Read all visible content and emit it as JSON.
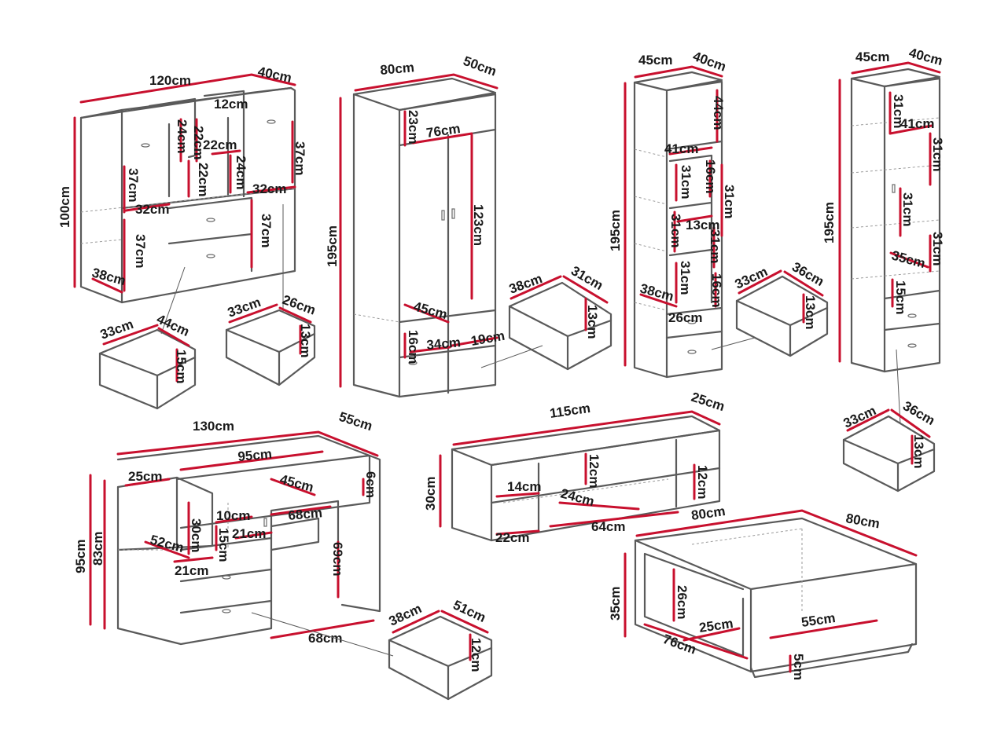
{
  "colors": {
    "outline": "#5a5a5a",
    "dimension": "#c8102e",
    "text": "#1a1a1a",
    "background": "#ffffff"
  },
  "labels": {
    "sideboard_width": "120cm",
    "sideboard_depth": "40cm",
    "sideboard_height": "100cm",
    "sideboard_12": "12cm",
    "sideboard_24a": "24cm",
    "sideboard_22a": "22cm",
    "sideboard_22b": "22cm",
    "sideboard_37a": "37cm",
    "sideboard_24b": "24cm",
    "sideboard_37b": "37cm",
    "sideboard_22c": "22cm",
    "sideboard_32a": "32cm",
    "sideboard_32b": "32cm",
    "sideboard_37c": "37cm",
    "sideboard_37d": "37cm",
    "sideboard_38": "38cm",
    "drawer1_33": "33cm",
    "drawer1_44": "44cm",
    "drawer1_15": "15cm",
    "drawer2_33": "33cm",
    "drawer2_26": "26cm",
    "drawer2_13": "13cm",
    "wardrobe_width": "80cm",
    "wardrobe_depth": "50cm",
    "wardrobe_height": "195cm",
    "wardrobe_23": "23cm",
    "wardrobe_76": "76cm",
    "wardrobe_123": "123cm",
    "wardrobe_45": "45cm",
    "wardrobe_16": "16cm",
    "wardrobe_34": "34cm",
    "wardrobe_19": "19cm",
    "drawer3_38": "38cm",
    "drawer3_31": "31cm",
    "drawer3_13": "13cm",
    "shelf1_width": "45cm",
    "shelf1_depth": "40cm",
    "shelf1_height": "195cm",
    "shelf1_44": "44cm",
    "shelf1_41": "41cm",
    "shelf1_31a": "31cm",
    "shelf1_16a": "16cm",
    "shelf1_31b": "31cm",
    "shelf1_31c": "31cm",
    "shelf1_13": "13cm",
    "shelf1_31d": "31cm",
    "shelf1_31e": "31cm",
    "shelf1_16b": "16cm",
    "shelf1_38": "38cm",
    "shelf1_26": "26cm",
    "drawer4_33": "33cm",
    "drawer4_36": "36cm",
    "drawer4_13": "13cm",
    "shelf2_width": "45cm",
    "shelf2_depth": "40cm",
    "shelf2_height": "195cm",
    "shelf2_31a": "31cm",
    "shelf2_41": "41cm",
    "shelf2_31b": "31cm",
    "shelf2_31c": "31cm",
    "shelf2_31d": "31cm",
    "shelf2_35": "35cm",
    "shelf2_15": "15cm",
    "drawer5_33": "33cm",
    "drawer5_36": "36cm",
    "drawer5_13": "13cm",
    "desk_width": "130cm",
    "desk_depth": "55cm",
    "desk_95w": "95cm",
    "desk_25": "25cm",
    "desk_45": "45cm",
    "desk_6": "6cm",
    "desk_10": "10cm",
    "desk_68a": "68cm",
    "desk_30": "30cm",
    "desk_15": "15cm",
    "desk_21a": "21cm",
    "desk_52": "52cm",
    "desk_21b": "21cm",
    "desk_69": "69cm",
    "desk_95h": "95cm",
    "desk_83": "83cm",
    "desk_68b": "68cm",
    "drawer6_38": "38cm",
    "drawer6_51": "51cm",
    "drawer6_12": "12cm",
    "tv_width": "115cm",
    "tv_depth": "25cm",
    "tv_height": "30cm",
    "tv_12a": "12cm",
    "tv_12b": "12cm",
    "tv_14": "14cm",
    "tv_24": "24cm",
    "tv_22": "22cm",
    "tv_64": "64cm",
    "table_width": "80cm",
    "table_depth": "80cm",
    "table_height": "35cm",
    "table_26": "26cm",
    "table_25": "25cm",
    "table_55": "55cm",
    "table_76": "76cm",
    "table_5": "5cm"
  }
}
